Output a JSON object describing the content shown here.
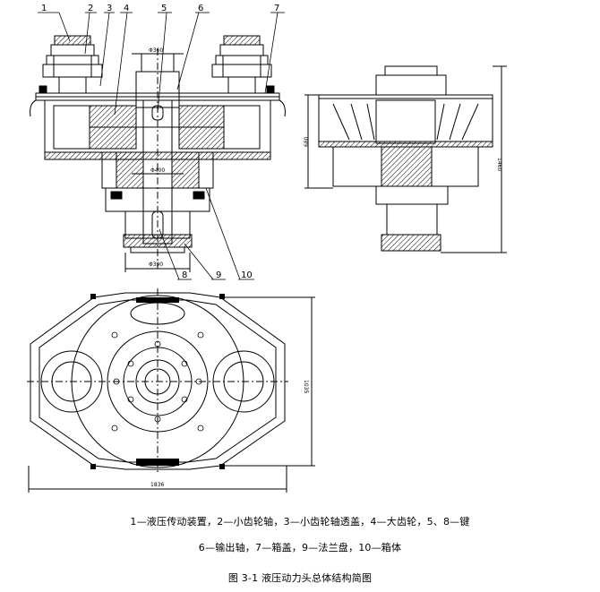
{
  "callouts": [
    "1",
    "2",
    "3",
    "4",
    "5",
    "6",
    "7",
    "8",
    "9",
    "10"
  ],
  "dims": {
    "top_width": "Φ360",
    "mid_width": "Φ400",
    "bottom_width": "Φ390",
    "side_height": "680",
    "side_total": "1460",
    "plan_height": "1035",
    "plan_width": "1836"
  },
  "legend": {
    "line1": "1—液压传动装置，2—小齿轮轴，3—小齿轮轴透盖，4—大齿轮，5、8—键",
    "line2": "6—输出轴，7—箱盖，9—法兰盘，10—箱体"
  },
  "figure_caption": "图 3-1  液压动力头总体结构简图"
}
